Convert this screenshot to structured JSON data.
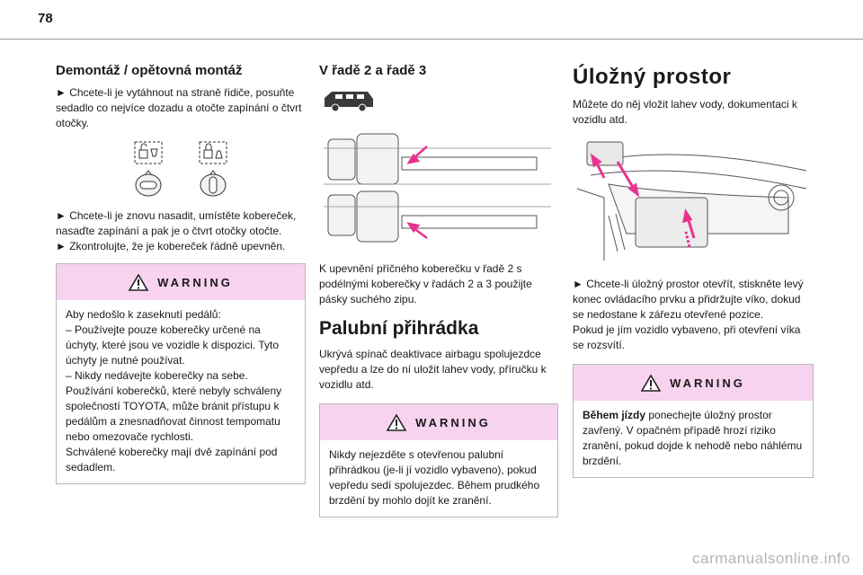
{
  "page": {
    "number": "78",
    "watermark": "carmanualsonline.info"
  },
  "col1": {
    "heading": "Demontáž / opětovná montáž",
    "para1": "► Chcete-li je vytáhnout na straně řidiče, posuňte sedadlo co nejvíce dozadu a otočte zapínání o čtvrt otočky.",
    "para2": "► Chcete-li je znovu nasadit, umístěte kobereček, nasaďte zapínání a pak je o čtvrt otočky otočte.",
    "para3": "► Zkontrolujte, že je kobereček řádně upevněn.",
    "warning": {
      "title": "WARNING",
      "lines": [
        "Aby nedošlo k zaseknutí pedálů:",
        "– Používejte pouze koberečky určené na úchyty, které jsou ve vozidle k dispozici. Tyto úchyty je nutné používat.",
        "– Nikdy nedávejte koberečky na sebe.",
        "Používání koberečků, které nebyly schváleny společností TOYOTA, může bránit přístupu k pedálům a znesnadňovat činnost tempomatu nebo omezovače rychlosti.",
        "Schválené koberečky mají dvě zapínání pod sedadlem."
      ]
    }
  },
  "col2": {
    "heading": "V řadě 2 a řadě 3",
    "para1": "K upevnění příčného koberečku v řadě 2 s podélnými koberečky v řadách 2 a 3 použijte pásky suchého zipu.",
    "section_title": "Palubní přihrádka",
    "para2": "Ukrývá spínač deaktivace airbagu spolujezdce vepředu a lze do ní uložit lahev vody, příručku k vozidlu atd.",
    "warning": {
      "title": "WARNING",
      "text": "Nikdy nejezděte s otevřenou palubní přihrádkou (je-li jí vozidlo vybaveno), pokud vepředu sedí spolujezdec. Během prudkého brzdění by mohlo dojít ke zranění."
    }
  },
  "col3": {
    "title": "Úložný prostor",
    "para1": "Můžete do něj vložit lahev vody, dokumentaci k vozidlu atd.",
    "para2": "► Chcete-li úložný prostor otevřít, stiskněte levý konec ovládacího prvku a přidržujte víko, dokud se nedostane k zářezu otevřené pozice.",
    "para3": "Pokud je jím vozidlo vybaveno, při otevření víka se rozsvítí.",
    "warning": {
      "title": "WARNING",
      "bold": "Během jízdy",
      "text": " ponechejte úložný prostor zavřený. V opačném případě hrozí riziko zranění, pokud dojde k nehodě nebo náhlému brzdění."
    }
  },
  "colors": {
    "warning_header": "#f7d3ef",
    "arrow": "#e8338f"
  },
  "icons": [
    "unlock-icon",
    "lock-icon",
    "warning-triangle-icon"
  ]
}
